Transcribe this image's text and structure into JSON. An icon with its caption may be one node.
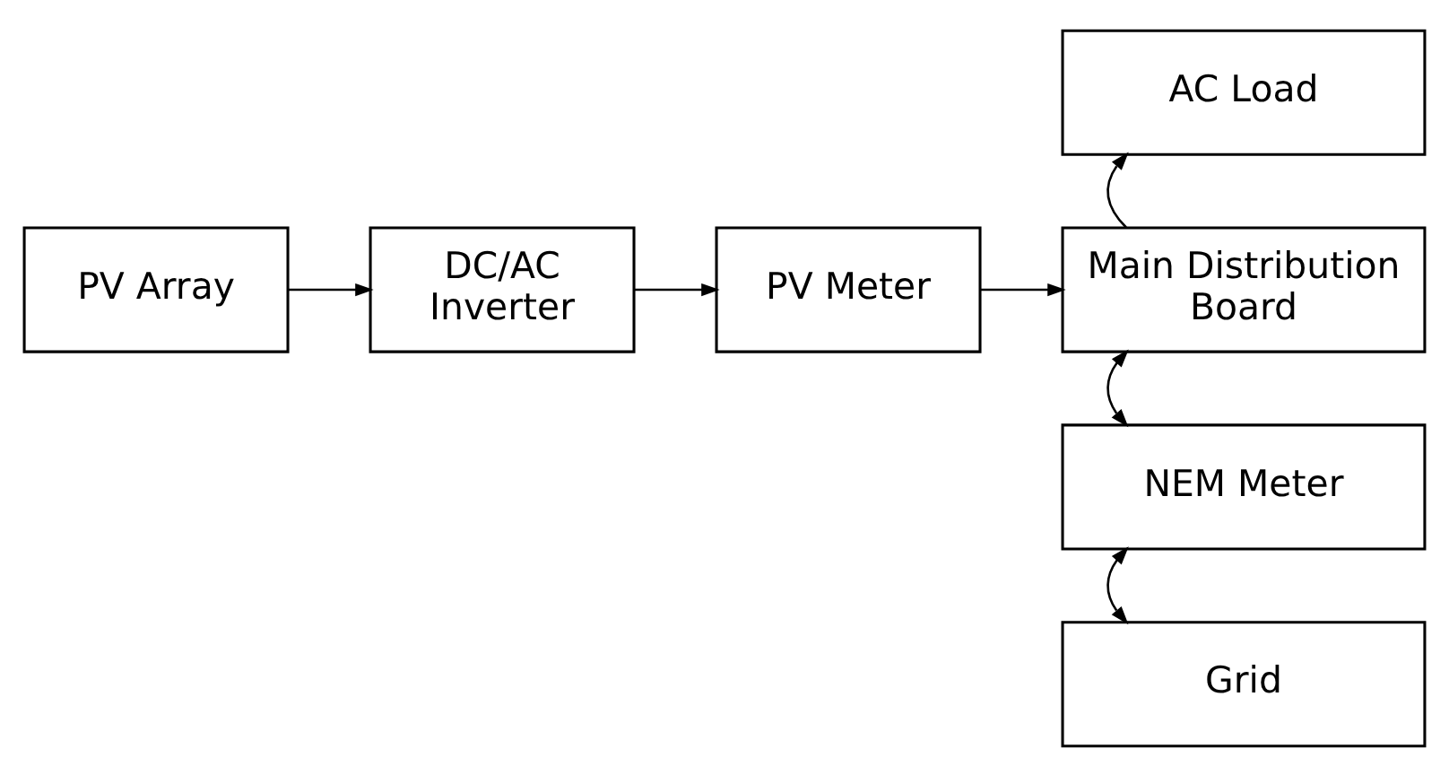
{
  "diagram": {
    "nodes": [
      {
        "text": [
          "PV Array"
        ]
      },
      {
        "text": [
          "DC/AC Inverter"
        ]
      },
      {
        "text": [
          "PV Meter"
        ]
      },
      {
        "text": [
          "Main Distribution Board"
        ]
      },
      {
        "text": [
          "AC Load"
        ]
      },
      {
        "text": [
          "NEM Meter"
        ]
      },
      {
        "text": [
          "Grid"
        ]
      }
    ],
    "edges": [
      {
        "from": 0,
        "to": 1,
        "arrow": "to"
      },
      {
        "from": 1,
        "to": 2,
        "arrow": "to"
      },
      {
        "from": 2,
        "to": 3,
        "arrow": "to"
      },
      {
        "from": 3,
        "to": 4,
        "arrow": "to"
      },
      {
        "from": 3,
        "to": 5,
        "arrow": "both"
      },
      {
        "from": 5,
        "to": 6,
        "arrow": "both"
      }
    ]
  }
}
